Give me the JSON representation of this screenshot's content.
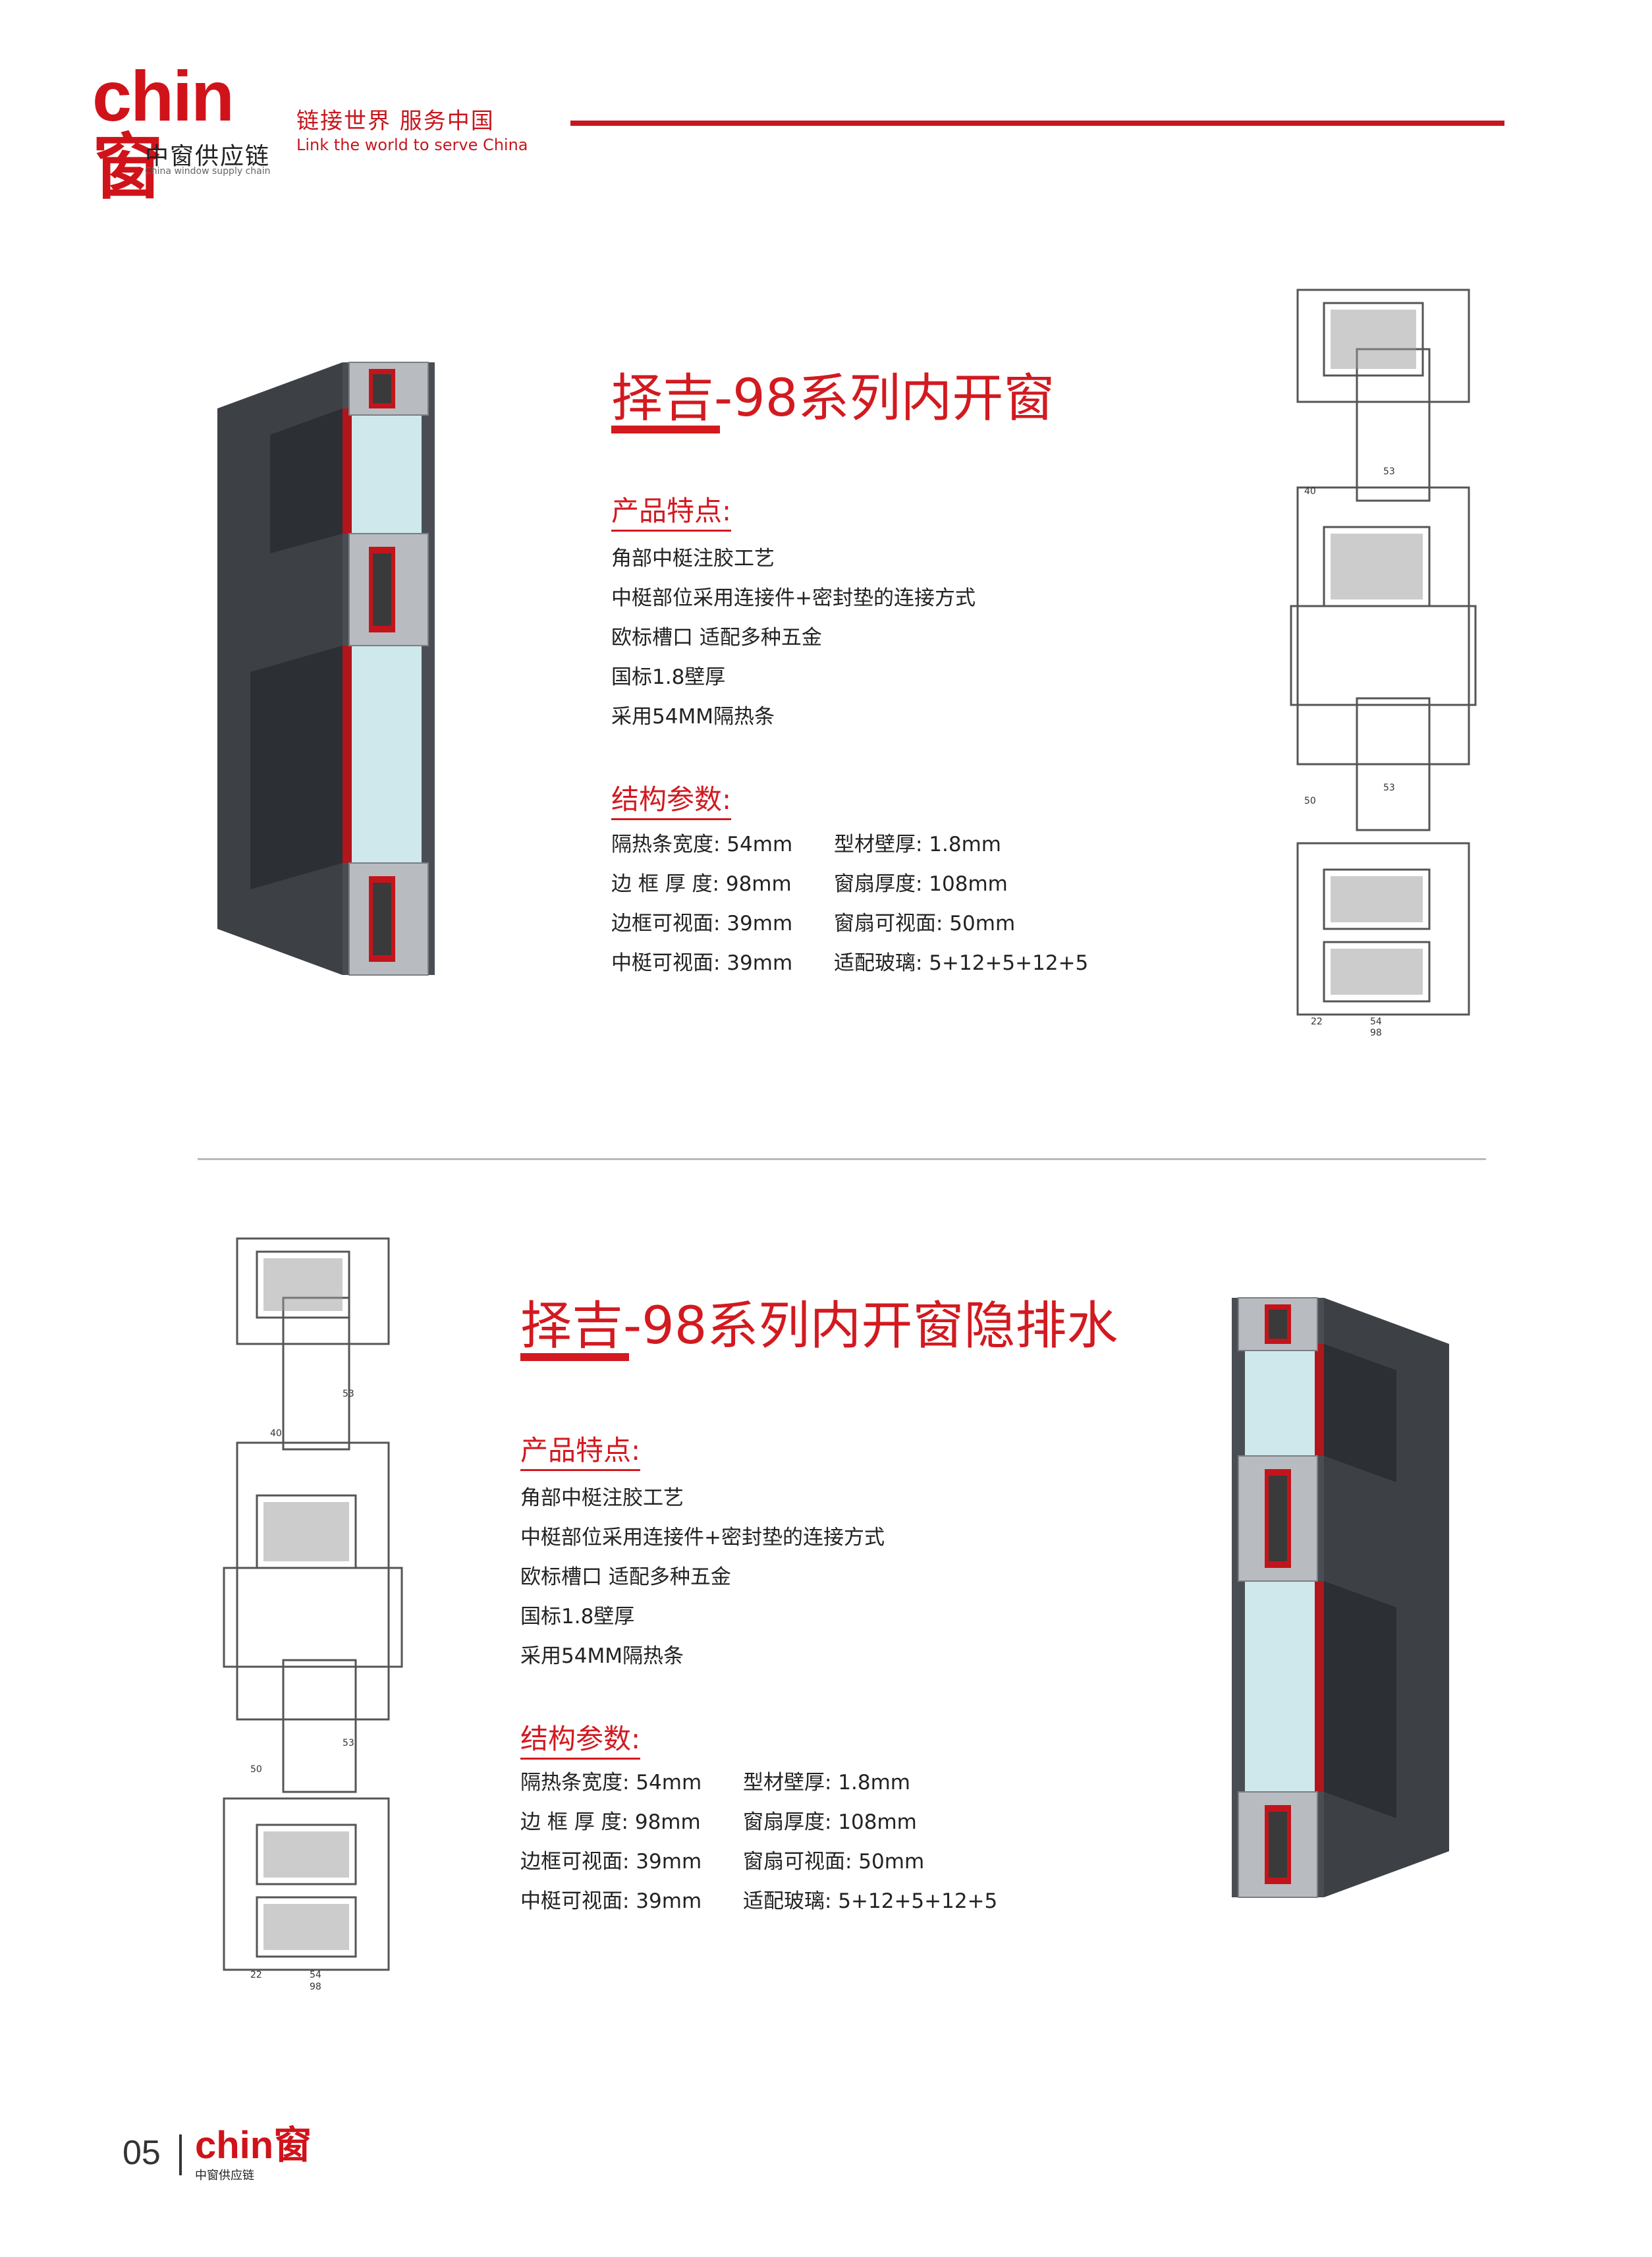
{
  "brand": {
    "logo_text": "chin窗",
    "logo_sub_cn": "中窗供应链",
    "logo_sub_en": "China window supply chain",
    "slogan_cn": "链接世界  服务中国",
    "slogan_en": "Link the world to serve China",
    "brand_red": "#d0131a"
  },
  "products": [
    {
      "title": "择吉-98系列内开窗",
      "features_heading": "产品特点:",
      "features": [
        "角部中梃注胶工艺",
        "中梃部位采用连接件+密封垫的连接方式",
        "欧标槽口 适配多种五金",
        "国标1.8壁厚",
        "采用54MM隔热条"
      ],
      "params_heading": "结构参数:",
      "params": [
        "隔热条宽度: 54mm",
        "型材壁厚: 1.8mm",
        "边 框 厚 度: 98mm",
        "窗扇厚度: 108mm",
        "边框可视面: 39mm",
        "窗扇可视面: 50mm",
        "中梃可视面: 39mm",
        "适配玻璃: 5+12+5+12+5"
      ]
    },
    {
      "title": "择吉-98系列内开窗隐排水",
      "features_heading": "产品特点:",
      "features": [
        "角部中梃注胶工艺",
        "中梃部位采用连接件+密封垫的连接方式",
        "欧标槽口 适配多种五金",
        "国标1.8壁厚",
        "采用54MM隔热条"
      ],
      "params_heading": "结构参数:",
      "params": [
        "隔热条宽度: 54mm",
        "型材壁厚: 1.8mm",
        "边 框 厚 度: 98mm",
        "窗扇厚度: 108mm",
        "边框可视面: 39mm",
        "窗扇可视面: 50mm",
        "中梃可视面: 39mm",
        "适配玻璃: 5+12+5+12+5"
      ]
    }
  ],
  "drawing_labels": {
    "dim_53": "53",
    "dim_40": "40",
    "dim_50": "50",
    "dim_22": "22",
    "dim_54": "54",
    "dim_98": "98"
  },
  "footer": {
    "page_number": "05",
    "logo_text": "chin窗",
    "logo_sub": "中窗供应链"
  }
}
